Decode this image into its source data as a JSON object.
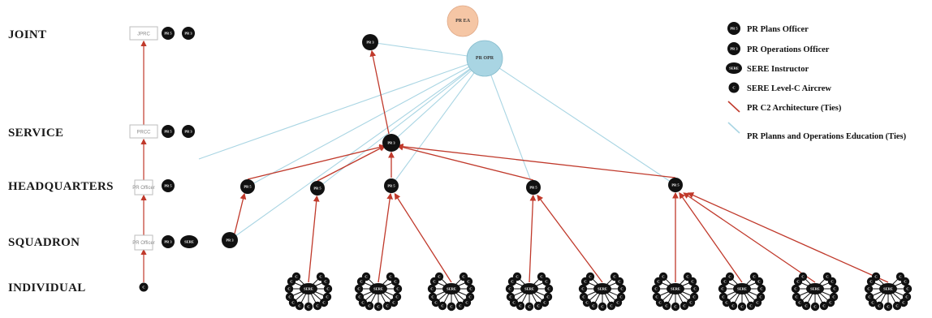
{
  "levels": [
    {
      "label": "JOINT",
      "box": "JPRC",
      "badges": [
        "PR 5",
        "PR 3"
      ]
    },
    {
      "label": "SERVICE",
      "box": "PRCC",
      "badges": [
        "PR 5",
        "PR 3"
      ]
    },
    {
      "label": "HEADQUARTERS",
      "box": "PR Officer",
      "badges": [
        "PR 5"
      ]
    },
    {
      "label": "SQUADRON",
      "box": "PR Officer",
      "badges": [
        "PR 3",
        "SERE"
      ]
    },
    {
      "label": "INDIVIDUAL",
      "box": "",
      "badges": [
        "C"
      ]
    }
  ],
  "nodes": {
    "pr_ea": "PR EA",
    "pr_opr": "PR OPR",
    "joint_officer": "PR 3",
    "service_hub": "PR 3",
    "hq": [
      "PR 5",
      "PR 5",
      "PR 5",
      "PR 5",
      "PR 5"
    ],
    "squadron": "PR 3",
    "sere_center": "SERE",
    "aircrew": "C"
  },
  "legend": [
    {
      "key": "plans_officer",
      "label": "PR Plans Officer",
      "icon": "PR 5"
    },
    {
      "key": "operations_officer",
      "label": "PR Operations Officer",
      "icon": "PR 3"
    },
    {
      "key": "sere_instructor",
      "label": "SERE Instructor",
      "icon": "SERE"
    },
    {
      "key": "sere_aircrew",
      "label": "SERE Level-C Aircrew",
      "icon": "C"
    },
    {
      "key": "c2_ties",
      "label": "PR C2 Architecture (Ties)",
      "color": "#c0392b"
    },
    {
      "key": "education_ties",
      "label": "PR Planns and Operations Education (Ties)",
      "color": "#a9d5e3"
    }
  ],
  "colors": {
    "node": "#111111",
    "red_tie": "#c0392b",
    "blue_tie": "#a9d5e3",
    "ea_bubble": "#f5c6a5",
    "opr_bubble": "#a9d5e3"
  }
}
